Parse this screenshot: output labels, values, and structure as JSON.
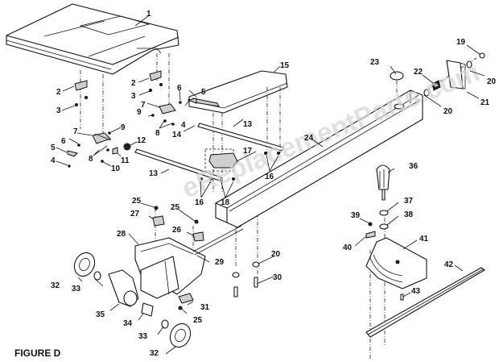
{
  "figure": {
    "title": "FIGURE D",
    "watermark": "eReplacementParts.com"
  },
  "colors": {
    "ink": "#111111",
    "background": "#ffffff",
    "watermark": "#d6d6d6"
  },
  "labels": [
    {
      "id": "l1",
      "text": "1"
    },
    {
      "id": "l2a",
      "text": "2"
    },
    {
      "id": "l2b",
      "text": "2"
    },
    {
      "id": "l3a",
      "text": "3"
    },
    {
      "id": "l3b",
      "text": "3"
    },
    {
      "id": "l4a",
      "text": "4"
    },
    {
      "id": "l4b",
      "text": "4"
    },
    {
      "id": "l5a",
      "text": "5"
    },
    {
      "id": "l5b",
      "text": "5"
    },
    {
      "id": "l6a",
      "text": "6"
    },
    {
      "id": "l6b",
      "text": "6"
    },
    {
      "id": "l7a",
      "text": "7"
    },
    {
      "id": "l7b",
      "text": "7"
    },
    {
      "id": "l8a",
      "text": "8"
    },
    {
      "id": "l8b",
      "text": "8"
    },
    {
      "id": "l9a",
      "text": "9"
    },
    {
      "id": "l9b",
      "text": "9"
    },
    {
      "id": "l10",
      "text": "10"
    },
    {
      "id": "l11",
      "text": "11"
    },
    {
      "id": "l12",
      "text": "12"
    },
    {
      "id": "l13a",
      "text": "13"
    },
    {
      "id": "l13b",
      "text": "13"
    },
    {
      "id": "l14",
      "text": "14"
    },
    {
      "id": "l15",
      "text": "15"
    },
    {
      "id": "l16a",
      "text": "16"
    },
    {
      "id": "l16b",
      "text": "16"
    },
    {
      "id": "l17",
      "text": "17"
    },
    {
      "id": "l18",
      "text": "18"
    },
    {
      "id": "l19",
      "text": "19"
    },
    {
      "id": "l20a",
      "text": "20"
    },
    {
      "id": "l20b",
      "text": "20"
    },
    {
      "id": "l20c",
      "text": "20"
    },
    {
      "id": "l21",
      "text": "21"
    },
    {
      "id": "l22",
      "text": "22"
    },
    {
      "id": "l23",
      "text": "23"
    },
    {
      "id": "l24",
      "text": "24"
    },
    {
      "id": "l25a",
      "text": "25"
    },
    {
      "id": "l25b",
      "text": "25"
    },
    {
      "id": "l25c",
      "text": "25"
    },
    {
      "id": "l26",
      "text": "26"
    },
    {
      "id": "l27",
      "text": "27"
    },
    {
      "id": "l28",
      "text": "28"
    },
    {
      "id": "l29",
      "text": "29"
    },
    {
      "id": "l30",
      "text": "30"
    },
    {
      "id": "l31",
      "text": "31"
    },
    {
      "id": "l32a",
      "text": "32"
    },
    {
      "id": "l32b",
      "text": "32"
    },
    {
      "id": "l33a",
      "text": "33"
    },
    {
      "id": "l33b",
      "text": "33"
    },
    {
      "id": "l34",
      "text": "34"
    },
    {
      "id": "l35",
      "text": "35"
    },
    {
      "id": "l36",
      "text": "36"
    },
    {
      "id": "l37",
      "text": "37"
    },
    {
      "id": "l38",
      "text": "38"
    },
    {
      "id": "l39",
      "text": "39"
    },
    {
      "id": "l40",
      "text": "40"
    },
    {
      "id": "l41",
      "text": "41"
    },
    {
      "id": "l42",
      "text": "42"
    },
    {
      "id": "l43",
      "text": "43"
    }
  ]
}
